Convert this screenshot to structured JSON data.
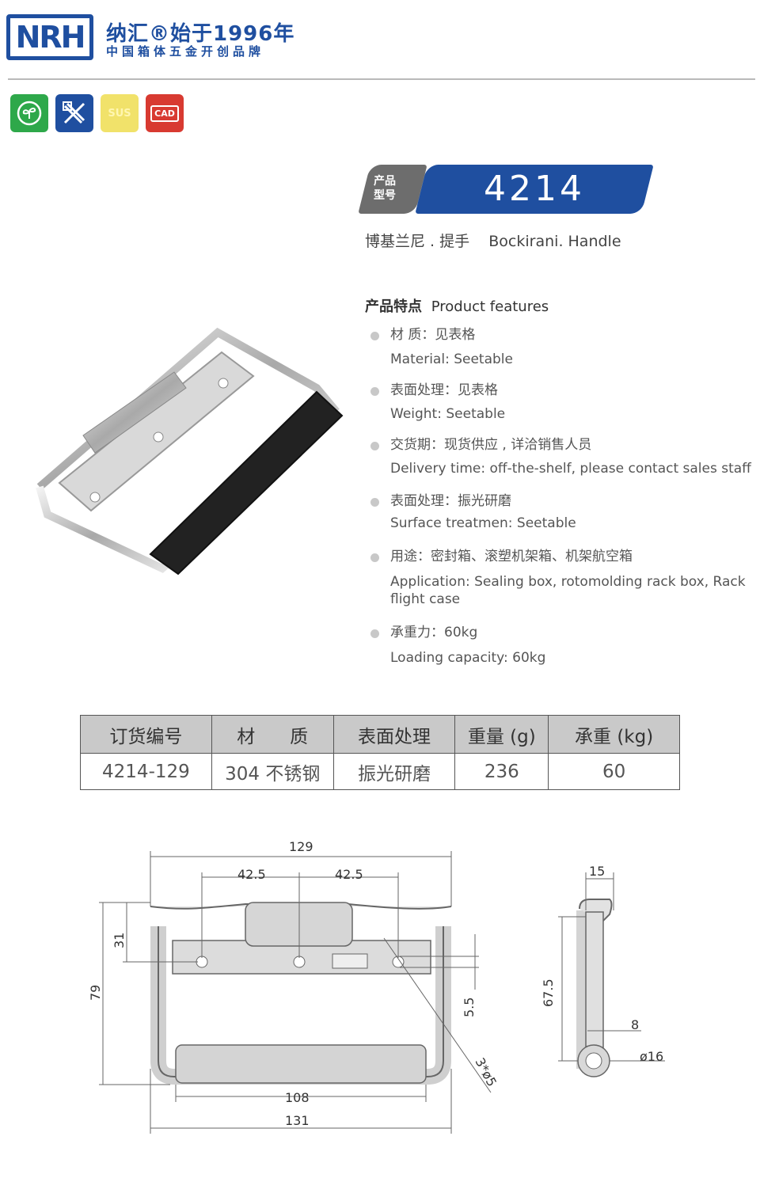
{
  "brand": {
    "logo": "NRH",
    "name_line1": "纳汇®始于1996年",
    "name_line2": "中国箱体五金开创品牌"
  },
  "badges": [
    {
      "name": "eco-icon",
      "label": ""
    },
    {
      "name": "tools-icon",
      "label": ""
    },
    {
      "name": "sus-icon",
      "label": "SUS"
    },
    {
      "name": "cad-icon",
      "label": "CAD"
    }
  ],
  "product": {
    "model_tag": "产品\n型号",
    "model_number": "4214",
    "subtitle": "博基兰尼 . 提手    Bockirani. Handle"
  },
  "features": {
    "heading_cn": "产品特点",
    "heading_en": "Product features",
    "items": [
      {
        "cn": "材  质：见表格",
        "en": "Material: Seetable"
      },
      {
        "cn": "表面处理：见表格",
        "en": "Weight: Seetable"
      },
      {
        "cn": "交货期：现货供应 , 详洽销售人员",
        "en": "Delivery time: off-the-shelf, please contact sales staff"
      },
      {
        "cn": "表面处理：振光研磨",
        "en": "Surface treatmen: Seetable"
      },
      {
        "cn": "用途：密封箱、滚塑机架箱、机架航空箱",
        "en": "Application: Sealing box, rotomolding rack box,  Rack flight case"
      },
      {
        "cn": "承重力：60kg",
        "en": "Loading capacity: 60kg"
      }
    ]
  },
  "table": {
    "headers": [
      "订货编号",
      "材      质",
      "表面处理",
      "重量 (g)",
      "承重 (kg)"
    ],
    "rows": [
      [
        "4214-129",
        "304 不锈钢",
        "振光研磨",
        "236",
        "60"
      ]
    ]
  },
  "drawing": {
    "front": {
      "top_width": "129",
      "half_left": "42.5",
      "half_right": "42.5",
      "height_top": "31",
      "height_total": "79",
      "hole_offset": "5.5",
      "holes": "3*ø5",
      "grip_width": "108",
      "bottom_width": "131"
    },
    "side": {
      "top": "15",
      "height": "67.5",
      "offset": "8",
      "diameter": "ø16"
    }
  }
}
